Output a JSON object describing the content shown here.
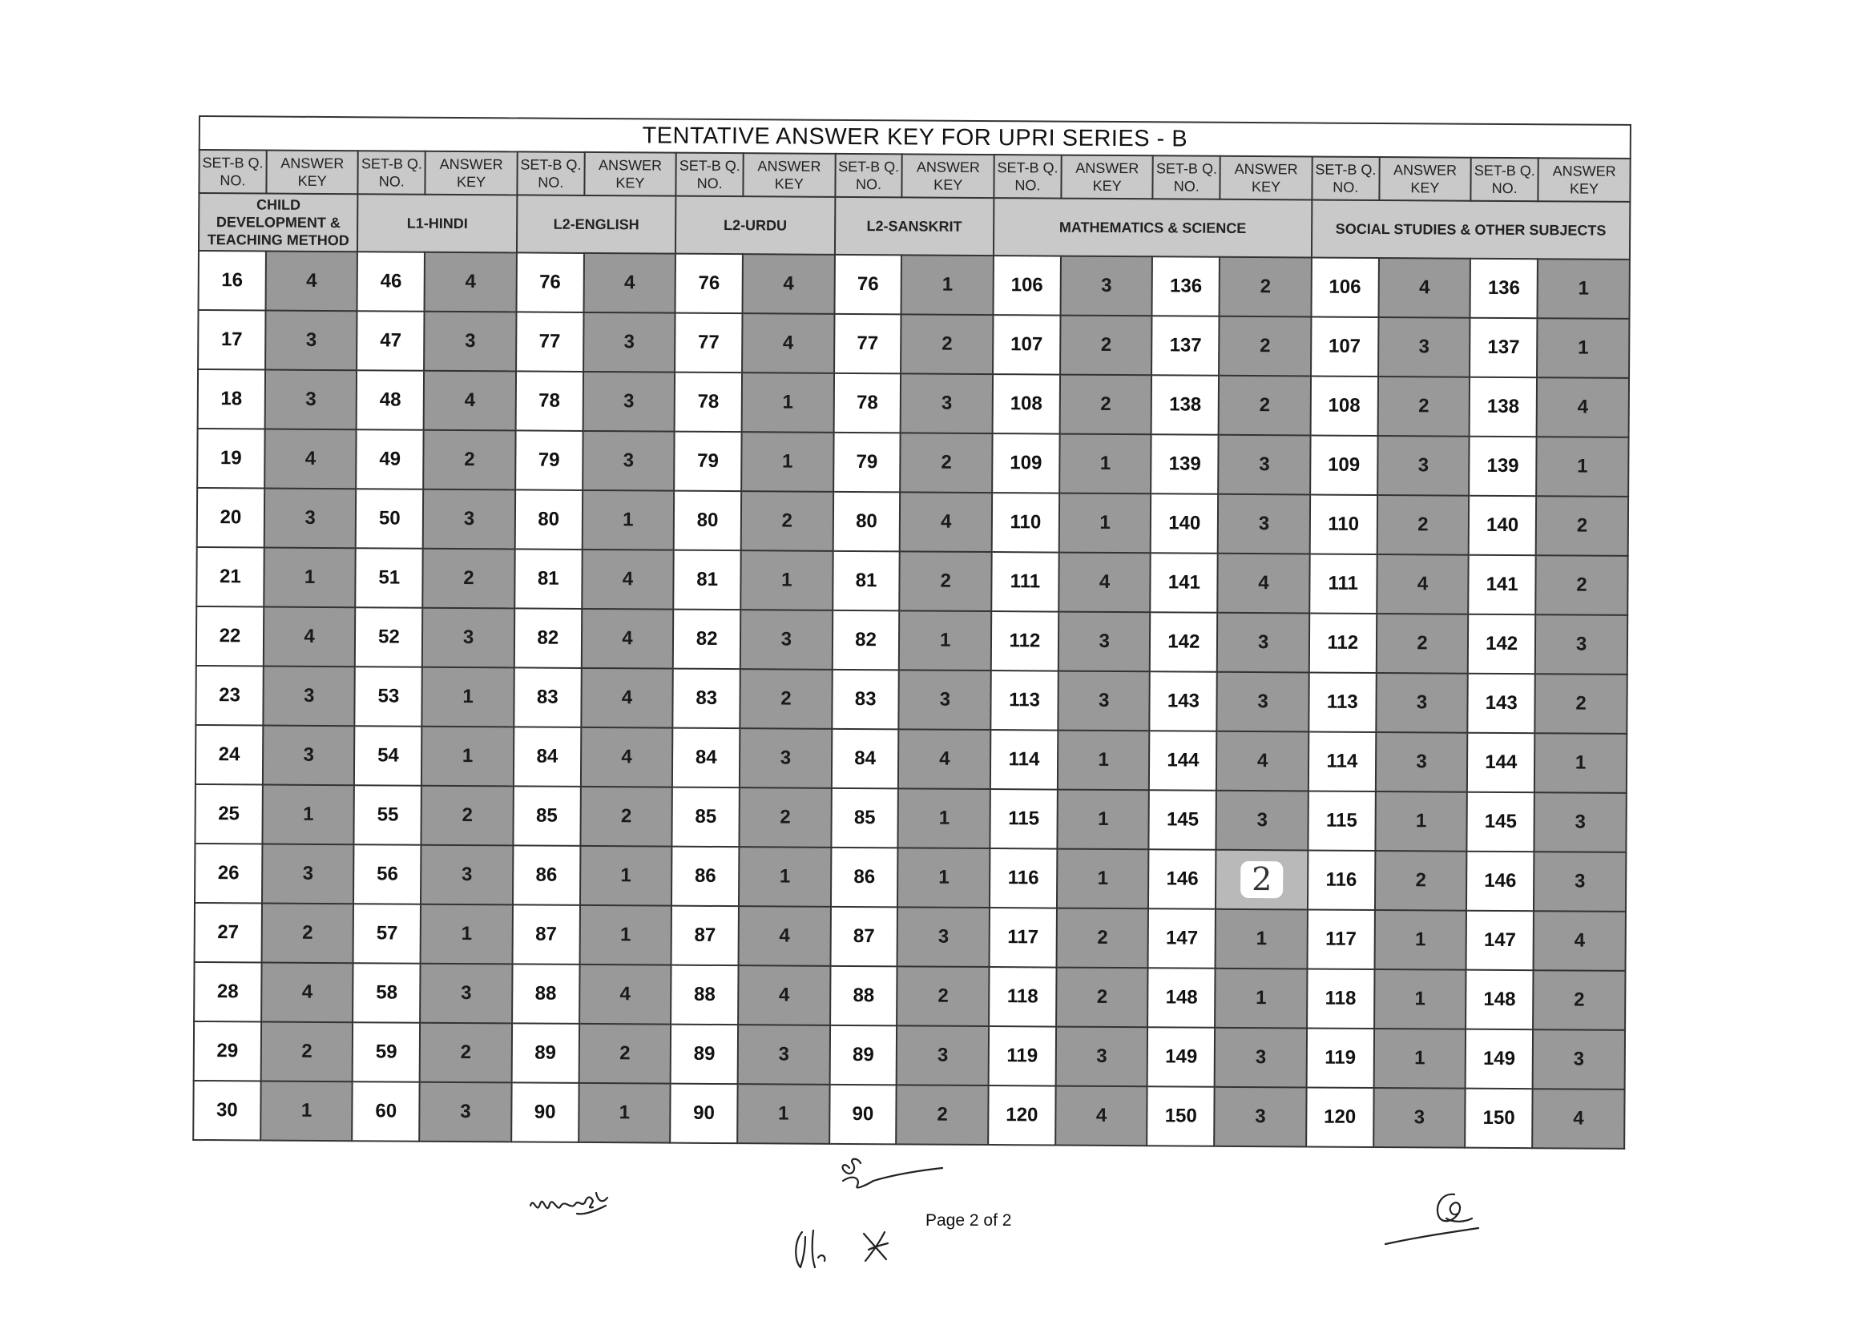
{
  "title": "TENTATIVE ANSWER KEY FOR UPRI SERIES - B",
  "col_headers": {
    "question": "SET-B Q. NO.",
    "answer": "ANSWER KEY"
  },
  "sections": [
    "CHILD DEVELOPMENT & TEACHING METHOD",
    "L1-HINDI",
    "L2-ENGLISH",
    "L2-URDU",
    "L2-SANSKRIT",
    "MATHEMATICS & SCIENCE",
    "SOCIAL STUDIES & OTHER SUBJECTS"
  ],
  "rows": [
    [
      "16",
      "4",
      "46",
      "4",
      "76",
      "4",
      "76",
      "4",
      "76",
      "1",
      "106",
      "3",
      "136",
      "2",
      "106",
      "4",
      "136",
      "1"
    ],
    [
      "17",
      "3",
      "47",
      "3",
      "77",
      "3",
      "77",
      "4",
      "77",
      "2",
      "107",
      "2",
      "137",
      "2",
      "107",
      "3",
      "137",
      "1"
    ],
    [
      "18",
      "3",
      "48",
      "4",
      "78",
      "3",
      "78",
      "1",
      "78",
      "3",
      "108",
      "2",
      "138",
      "2",
      "108",
      "2",
      "138",
      "4"
    ],
    [
      "19",
      "4",
      "49",
      "2",
      "79",
      "3",
      "79",
      "1",
      "79",
      "2",
      "109",
      "1",
      "139",
      "3",
      "109",
      "3",
      "139",
      "1"
    ],
    [
      "20",
      "3",
      "50",
      "3",
      "80",
      "1",
      "80",
      "2",
      "80",
      "4",
      "110",
      "1",
      "140",
      "3",
      "110",
      "2",
      "140",
      "2"
    ],
    [
      "21",
      "1",
      "51",
      "2",
      "81",
      "4",
      "81",
      "1",
      "81",
      "2",
      "111",
      "4",
      "141",
      "4",
      "111",
      "4",
      "141",
      "2"
    ],
    [
      "22",
      "4",
      "52",
      "3",
      "82",
      "4",
      "82",
      "3",
      "82",
      "1",
      "112",
      "3",
      "142",
      "3",
      "112",
      "2",
      "142",
      "3"
    ],
    [
      "23",
      "3",
      "53",
      "1",
      "83",
      "4",
      "83",
      "2",
      "83",
      "3",
      "113",
      "3",
      "143",
      "3",
      "113",
      "3",
      "143",
      "2"
    ],
    [
      "24",
      "3",
      "54",
      "1",
      "84",
      "4",
      "84",
      "3",
      "84",
      "4",
      "114",
      "1",
      "144",
      "4",
      "114",
      "3",
      "144",
      "1"
    ],
    [
      "25",
      "1",
      "55",
      "2",
      "85",
      "2",
      "85",
      "2",
      "85",
      "1",
      "115",
      "1",
      "145",
      "3",
      "115",
      "1",
      "145",
      "3"
    ],
    [
      "26",
      "3",
      "56",
      "3",
      "86",
      "1",
      "86",
      "1",
      "86",
      "1",
      "116",
      "1",
      "146",
      "2",
      "116",
      "2",
      "146",
      "3"
    ],
    [
      "27",
      "2",
      "57",
      "1",
      "87",
      "1",
      "87",
      "4",
      "87",
      "3",
      "117",
      "2",
      "147",
      "1",
      "117",
      "1",
      "147",
      "4"
    ],
    [
      "28",
      "4",
      "58",
      "3",
      "88",
      "4",
      "88",
      "4",
      "88",
      "2",
      "118",
      "2",
      "148",
      "1",
      "118",
      "1",
      "148",
      "2"
    ],
    [
      "29",
      "2",
      "59",
      "2",
      "89",
      "2",
      "89",
      "3",
      "89",
      "3",
      "119",
      "3",
      "149",
      "3",
      "119",
      "1",
      "149",
      "3"
    ],
    [
      "30",
      "1",
      "60",
      "3",
      "90",
      "1",
      "90",
      "1",
      "90",
      "2",
      "120",
      "4",
      "150",
      "3",
      "120",
      "3",
      "150",
      "4"
    ]
  ],
  "handwritten_cell": {
    "row": 10,
    "col": 13
  },
  "footer": {
    "page": "Page 2 of 2"
  },
  "signatures": [
    "signature-1",
    "signature-2",
    "initials-1",
    "initials-2",
    "signature-3"
  ]
}
